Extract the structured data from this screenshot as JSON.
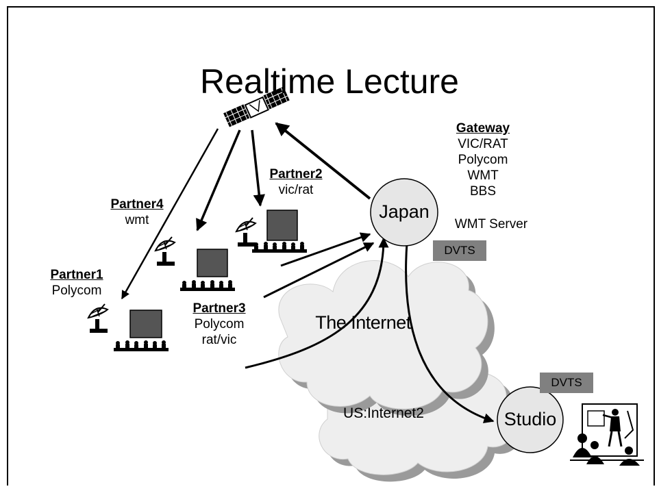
{
  "title": "Realtime Lecture",
  "nodes": {
    "japan": "Japan",
    "studio": "Studio"
  },
  "clouds": {
    "internet": "The Internet",
    "internet2": "US:Internet2"
  },
  "gateway": {
    "heading": "Gateway",
    "items": [
      "VIC/RAT",
      "Polycom",
      "WMT",
      "BBS"
    ]
  },
  "wmt_server": "WMT Server",
  "badges": {
    "japan": "DVTS",
    "studio": "DVTS"
  },
  "partners": {
    "p1": {
      "name": "Partner1",
      "lines": [
        "Polycom"
      ]
    },
    "p2": {
      "name": "Partner2",
      "lines": [
        "vic/rat"
      ]
    },
    "p3": {
      "name": "Partner3",
      "lines": [
        "Polycom",
        "rat/vic"
      ]
    },
    "p4": {
      "name": "Partner4",
      "lines": [
        "wmt"
      ]
    }
  },
  "colors": {
    "node_fill": "#e6e6e6",
    "cloud_fill": "#eeeeee",
    "cloud_shadow": "#9a9a9a",
    "badge": "#808080",
    "screen": "#555555"
  }
}
